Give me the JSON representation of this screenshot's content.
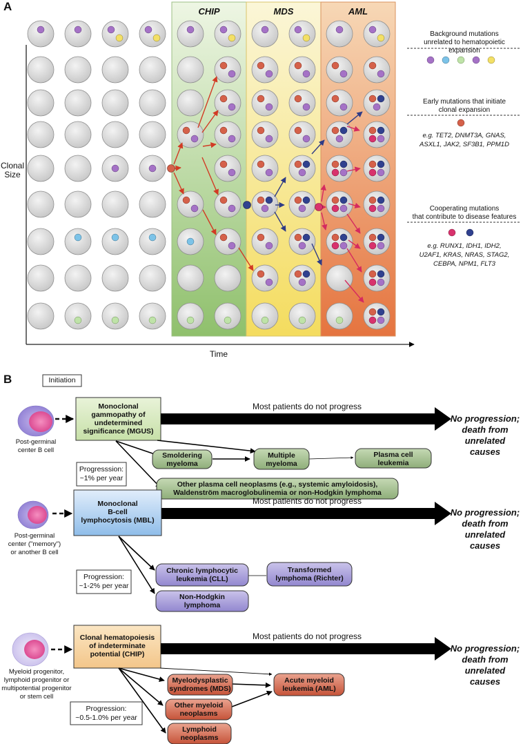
{
  "panel_a": {
    "label": "A",
    "band_chip": "CHIP",
    "band_mds": "MDS",
    "band_aml": "AML",
    "y_axis_label_line1": "Clonal",
    "y_axis_label_line2": "Size",
    "x_axis_label": "Time",
    "legend_background": {
      "line1": "Background mutations",
      "line2": "unrelated to hematopoietic expansion"
    },
    "legend_early": {
      "line1": "Early mutations that initiate",
      "line2": "clonal expansion",
      "examples_line1": "e.g. TET2, DNMT3A, GNAS,",
      "examples_line2": "ASXL1, JAK2, SF3B1, PPM1D"
    },
    "legend_cooperating": {
      "line1": "Cooperating mutations",
      "line2": "that contribute to disease features",
      "examples_line1": "e.g. RUNX1, IDH1, IDH2,",
      "examples_line2": "U2AF1, KRAS, NRAS, STAG2,",
      "examples_line3": "CEBPA, NPM1, FLT3"
    },
    "colors": {
      "purple": "#a572c6",
      "blue": "#7cc3e8",
      "green": "#bfe3a8",
      "yellow": "#f3e066",
      "red": "#d5614a",
      "navy": "#30418f",
      "magenta": "#d8326d",
      "cell": "#d4d4d4",
      "chip_band": "#a7ce8a",
      "mds_band": "#f5e27a",
      "aml_band": "#ef9a5c"
    }
  },
  "panel_b": {
    "label": "B",
    "initiation": "Initiation",
    "mgus": {
      "box_line1": "Monoclonal",
      "box_line2": "gammopathy of",
      "box_line3": "undetermined",
      "box_line4": "significance (MGUS)",
      "cell_caption_line1": "Post-germinal",
      "cell_caption_line2": "center B cell",
      "no_progress": "Most patients do not progress",
      "outcome_line1": "No progression;",
      "outcome_line2": "death from",
      "outcome_line3": "unrelated causes",
      "smoldering_line1": "Smoldering",
      "smoldering_line2": "myeloma",
      "multiple_line1": "Multiple",
      "multiple_line2": "myeloma",
      "plasma_line1": "Plasma cell",
      "plasma_line2": "leukemia",
      "other_line1": "Other plasma cell neoplasms (e.g., systemic amyloidosis),",
      "other_line2": "Waldenström macroglobulinemia or non-Hodgkin lymphoma",
      "progression_line1": "Progresssion:",
      "progression_line2": "~1% per year"
    },
    "mbl": {
      "box_line1": "Monoclonal",
      "box_line2": "B-cell",
      "box_line3": "lymphocytosis (MBL)",
      "cell_caption_line1": "Post-germinal",
      "cell_caption_line2": "center (\"memory\")",
      "cell_caption_line3": "or another B cell",
      "no_progress": "Most patients do not progress",
      "outcome_line1": "No progression;",
      "outcome_line2": "death from",
      "outcome_line3": "unrelated causes",
      "cll_line1": "Chronic lymphocytic",
      "cll_line2": "leukemia (CLL)",
      "richter_line1": "Transformed",
      "richter_line2": "lymphoma (Richter)",
      "nhl_line1": "Non-Hodgkin",
      "nhl_line2": "lymphoma",
      "progression_line1": "Progression:",
      "progression_line2": "~1-2% per year"
    },
    "chip": {
      "box_line1": "Clonal hematopoiesis",
      "box_line2": "of indeterminate",
      "box_line3": "potential (CHIP)",
      "cell_caption_line1": "Myeloid progenitor,",
      "cell_caption_line2": "lymphoid progenitor or",
      "cell_caption_line3": "multipotential progenitor",
      "cell_caption_line4": "or stem cell",
      "no_progress": "Most patients do not progress",
      "outcome_line1": "No progression;",
      "outcome_line2": "death from",
      "outcome_line3": "unrelated causes",
      "mds_line1": "Myelodysplastic",
      "mds_line2": "syndromes (MDS)",
      "aml_line1": "Acute myeloid",
      "aml_line2": "leukemia (AML)",
      "other_line1": "Other myeloid",
      "other_line2": "neoplasms",
      "lymphoid_line1": "Lymphoid",
      "lymphoid_line2": "neoplasms",
      "progression_line1": "Progression:",
      "progression_line2": "~0.5-1.0% per year"
    }
  }
}
